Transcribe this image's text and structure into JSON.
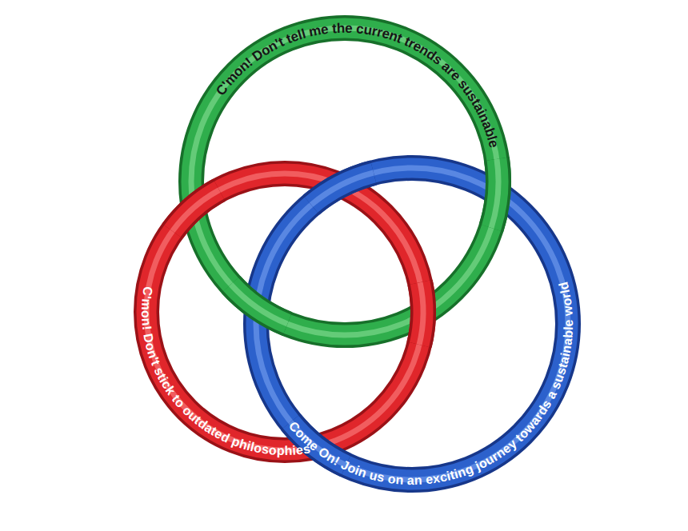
{
  "diagram": {
    "nodes": [
      {
        "text": [
          "C'mon! Don't tell me the current trends are sustainable"
        ]
      },
      {
        "text": [
          "C'mon! Don't stick to outdated philosophies"
        ]
      },
      {
        "text": [
          "Come On! Join us on an exciting journey towards a sustainable world"
        ]
      }
    ]
  }
}
